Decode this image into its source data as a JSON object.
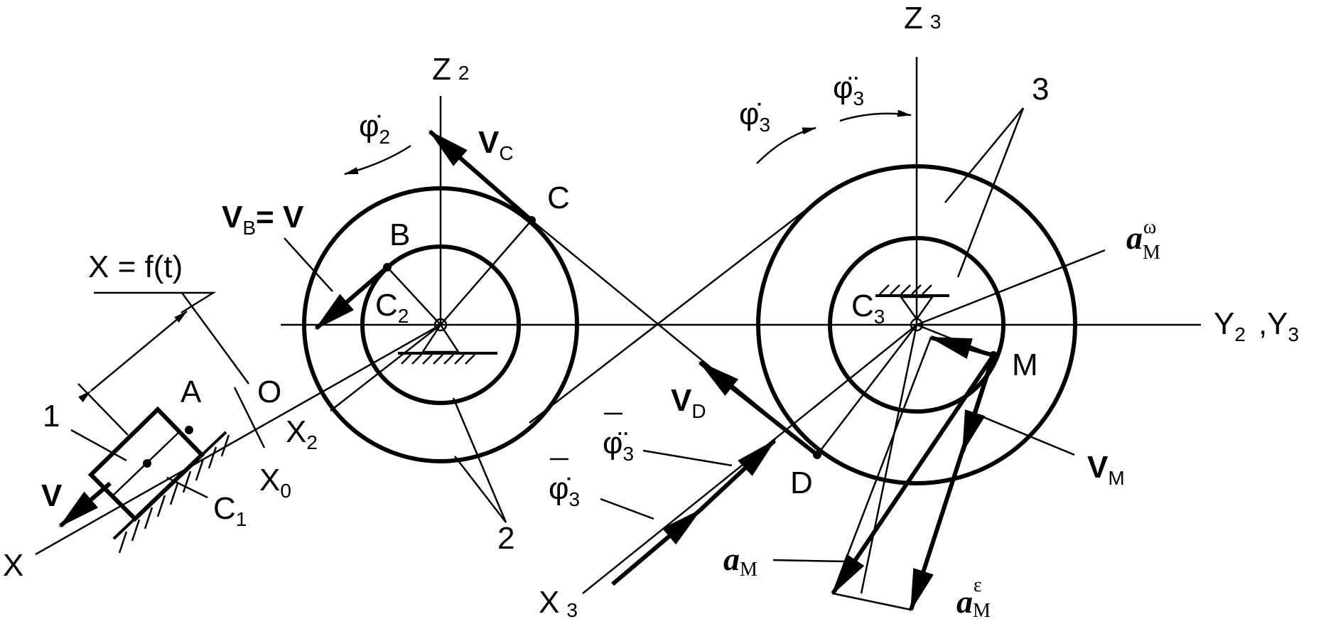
{
  "labels": {
    "z3": "Z",
    "z3_sub": "3",
    "z2": "Z",
    "z2_sub": "2",
    "phi2_dot": "φ̇",
    "phi2_sub": "2",
    "vc": "V",
    "vc_sub": "C",
    "c": "C",
    "vb": "V",
    "vb_sub": "B",
    "vb_eq": "= V",
    "b": "B",
    "c2": "C",
    "c2_sub": "2",
    "x_eq": "X = f(t)",
    "a": "A",
    "one": "1",
    "o": "O",
    "x2": "X",
    "x2_sub": "2",
    "x0": "X",
    "x0_sub": "0",
    "c1": "C",
    "c1_sub": "1",
    "v": "V",
    "x": "X",
    "two": "2",
    "phi3_dot": "φ̇",
    "phi3_sub": "3",
    "phi3_ddot": "φ̈",
    "phi3_ddot_sub": "3",
    "three": "3",
    "am_omega": "a",
    "am_omega_sub": "M",
    "am_omega_sup": "ω",
    "c3": "C",
    "c3_sub": "3",
    "y2y3": "Y",
    "y2_sub": "2",
    "y3_part": ",Y",
    "y3_sub": "3",
    "m": "M",
    "vd": "V",
    "vd_sub": "D",
    "phi3_ddot_vec": "φ̈",
    "phi3_ddot_vec_sub": "3",
    "phi3_dot_vec": "φ̇",
    "phi3_dot_vec_sub": "3",
    "d": "D",
    "vm": "V",
    "vm_sub": "M",
    "am": "a",
    "am_sub": "M",
    "x3": "X",
    "x3_sub": "3",
    "am_eps": "a",
    "am_eps_sub": "M",
    "am_eps_sup": "ε"
  }
}
